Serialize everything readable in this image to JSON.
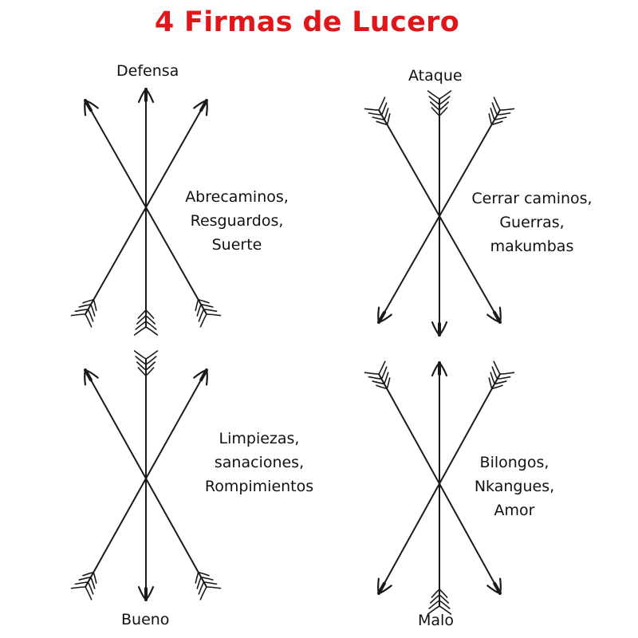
{
  "title": "4 Firmas de Lucero",
  "colors": {
    "title": "#e0161a",
    "ink": "#1a1a1a"
  },
  "firmas": [
    {
      "label": "Defensa",
      "uses": [
        "Abrecaminos,",
        "Resguardos,",
        "Suerte"
      ]
    },
    {
      "label": "Ataque",
      "uses": [
        "Cerrar caminos,",
        "Guerras,",
        "makumbas"
      ]
    },
    {
      "label": "Bueno",
      "uses": [
        "Limpiezas,",
        "sanaciones,",
        "Rompimientos"
      ]
    },
    {
      "label": "Malo",
      "uses": [
        "Bilongos,",
        "Nkangues,",
        "Amor"
      ]
    }
  ]
}
